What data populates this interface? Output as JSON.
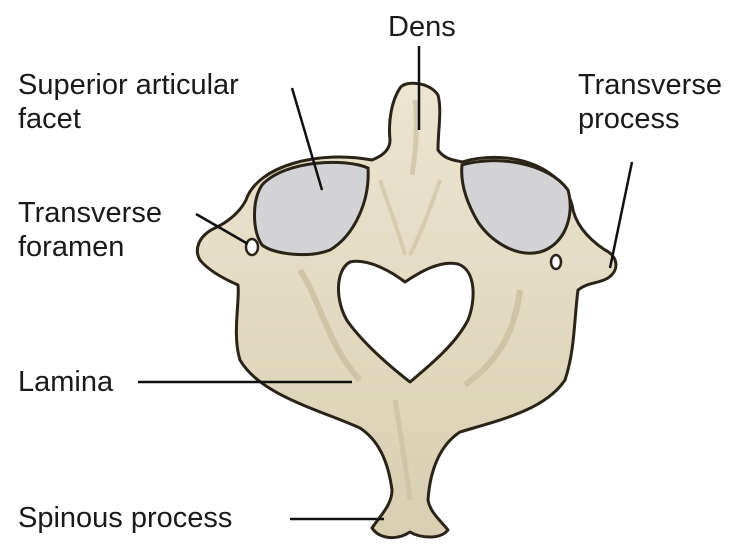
{
  "labels": {
    "dens": "Dens",
    "superior_articular_facet": [
      "Superior articular",
      "facet"
    ],
    "transverse_process": [
      "Transverse",
      "process"
    ],
    "transverse_foramen": [
      "Transverse",
      "foramen"
    ],
    "lamina": "Lamina",
    "spinous_process": "Spinous process"
  },
  "colors": {
    "bone": "#e4dcc4",
    "bone_shadow": "#c9bf9f",
    "bone_outline": "#2a2418",
    "facet": "#d3d3d5",
    "leader": "#111111"
  }
}
